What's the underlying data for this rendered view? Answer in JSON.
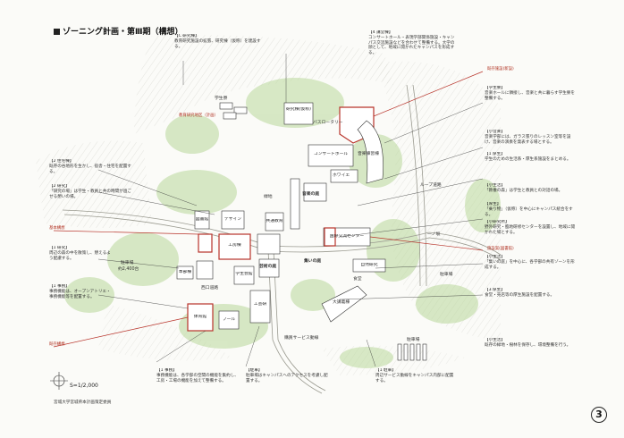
{
  "title": "ゾーニング計画・第Ⅲ期（構想）",
  "scale": "S=1/2,000",
  "footer": "宮城大学宮城県本計画策定委員",
  "page_number": "3",
  "colors": {
    "green": "#b9d89a",
    "red": "#b8332a",
    "building": "#ffffff",
    "line": "#333333"
  },
  "notes": {
    "n01": {
      "head": "【C 研究棟】",
      "body": "教育研究施設の拡張、研究棟（仮称）を建設する。"
    },
    "n02": {
      "head": "【4 講堂棟】",
      "body": "コンサートホール・表現学部関係施設・キャンパス交流施設などを合わせて整備する。大学の顔として、地域に開かれたキャンパスを形成する。"
    },
    "n03": {
      "head": "【2 住宅棟】",
      "body": "既存の谷地形を生かし、宿舎・住宅を配置する。"
    },
    "n04": {
      "head": "【2 研究】",
      "body": "「研究の場」は学生・教員と共の時間が過ごせる憩いの場。"
    },
    "n05": {
      "head": "【1 研究】",
      "body": "周辺の森の中を散策し、憩えるよう配慮する。"
    },
    "n06": {
      "head": "【1 事務】",
      "body": "事務機能は、オープンアトリエ・事務機能等を配置する。"
    },
    "n07": {
      "head": "【1 事務】",
      "body": "事務機能は、各学部の空間の機能を集約し、工房・工場の機能を加えて整備する。"
    },
    "n08": {
      "head": "【駐車】",
      "body": "駐車場はキャンパスへのアクセスを考慮し配置する。"
    },
    "n09": {
      "head": "【1 厚生】",
      "body": "学生のための生活系・厚生系施設をまとめる。"
    },
    "n10": {
      "head": "【学生寮】",
      "body": "音楽ホールに隣接し、音楽と共に暮らす学生寮を整備する。"
    },
    "n11": {
      "head": "【小音楽】",
      "body": "音楽学部には、ガラス張りのレッスン室等を設け、音楽の演奏を発表する場とする。"
    },
    "n12": {
      "head": "【小生活】",
      "body": "「教養の森」は学生と教員との対話の場。"
    },
    "n13": {
      "head": "【厚生】",
      "body": "「乗り物」（仮称）を中心にキャンパス統合をする。"
    },
    "n14": {
      "head": "【小研究所】",
      "body": "野外研究・臨地研修センターを設置し、地域に開かれた場とする。"
    },
    "n15": {
      "head": "【小生活】",
      "body": "「集いの庭」を中心に、各学部の共有ゾーンを形成する。"
    },
    "n16": {
      "head": "【3 厚生】",
      "body": "食堂・売店等の厚生施設を配置する。"
    },
    "n17": {
      "head": "【小生活】",
      "body": "既存の緑地・樹林を保存し、環境整備を行う。"
    },
    "n18": {
      "head": "【1 駐車】",
      "body": "周辺サービス動線をキャンパス内部に配置する。"
    }
  },
  "labels": {
    "dorm": "学生寮",
    "research_bldg": "研究棟(仮称)",
    "bus": "バスロータリー",
    "park": "駐車場",
    "park_area": "約2,400台",
    "hall": "コンサートホール",
    "practice": "音楽練習棟",
    "foyer": "ホワイエ",
    "music_garden": "音楽の庭",
    "gather_garden": "集いの庭",
    "art_garden": "芸術の庭",
    "hall_bldg": "大講義棟",
    "service": "購買サービス動線",
    "road": "ループ道路",
    "parking2": "駐車場",
    "green": "緑地",
    "forest": "一ノ坂",
    "workshop": "工房棟",
    "design": "デザイン",
    "lib": "図書館",
    "common": "共通教育",
    "admin": "本部棟",
    "student": "学生会館",
    "center": "国際交流センター",
    "natural": "自然研究",
    "craft": "工芸研",
    "west_road": "西口道路",
    "gym": "体育館",
    "pool": "プール",
    "dining": "食堂",
    "east_parking": "駐車場"
  },
  "red_tags": {
    "t1": "既存施設(新設)",
    "t2": "基本構想",
    "t3": "既存構想",
    "t4": "施設案(図書館)",
    "t5": "教育研究地区（計画）"
  }
}
